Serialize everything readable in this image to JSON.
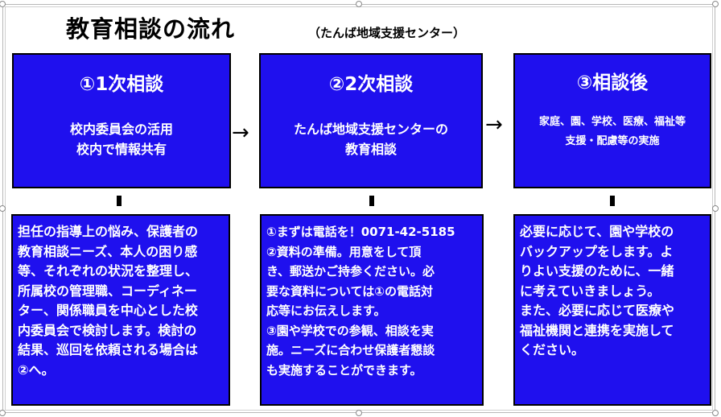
{
  "title": "教育相談の流れ",
  "subtitle": "（たんば地域支援センター）",
  "arrow_glyph": "→",
  "steps": [
    {
      "heading": "①1次相談",
      "body": "校内委員会の活用\n校内で情報共有",
      "detail": "担任の指導上の悩み、保護者の\n教育相談ニーズ、本人の困り感\n等、それぞれの状況を整理し、\n所属校の管理職、コーディネー\nター、関係職員を中心とした校\n内委員会で検討します。検討の\n結果、巡回を依頼される場合は\n②へ。"
    },
    {
      "heading": "②2次相談",
      "body": "たんば地域支援センターの\n教育相談",
      "detail": "①まずは電話を！0071-42-5185\n②資料の準備。用意をして頂\nき、郵送かご持参ください。必\n要な資料については①の電話対\n応等にお伝えします。\n③園や学校での参観、相談を実\n施。ニーズに合わせ保護者懇談\nも実施することができます。"
    },
    {
      "heading": "③相談後",
      "body": "家庭、園、学校、医療、福祉等\n支援・配慮等の実施",
      "detail": " 必要に応じて、園や学校の\nバックアップをします。よ\nりよい支援のために、一緒\nに考えていきましょう。\nまた、必要に応じて医療や\n福祉機関と連携を実施して\nください。"
    }
  ],
  "colors": {
    "box_fill": "#1f10ee",
    "box_text": "#ffffff",
    "border": "#000000"
  }
}
